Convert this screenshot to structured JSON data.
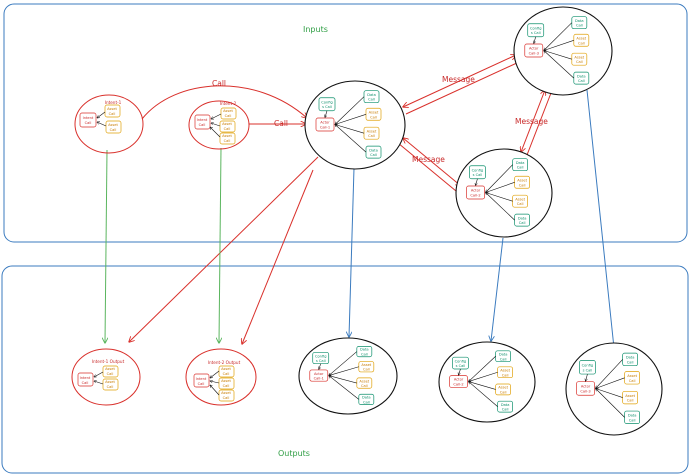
{
  "colors": {
    "region_border": "#3b7bbf",
    "label_green": "#2f9e44",
    "red": "#d9302b",
    "black": "#111111",
    "blue": "#3b7bbf",
    "green_edge": "#5ab55e",
    "teal": "#0c8f6b",
    "amber": "#e0a10a"
  },
  "regions": {
    "inputs_label": "Inputs",
    "outputs_label": "Outputs"
  },
  "edge_labels": {
    "call_1": "Call",
    "call_2": "Call",
    "message_1": "Message",
    "message_2": "Message",
    "message_3": "Message"
  },
  "intents": {
    "intent_1": {
      "title": "Intent-1",
      "core_line1": "Intent",
      "core_line2": "Call",
      "assets": [
        [
          "Asset",
          "Call"
        ],
        [
          "Asset",
          "Call"
        ]
      ]
    },
    "intent_2": {
      "title": "Intent-2",
      "core_line1": "Intent",
      "core_line2": "Call",
      "assets": [
        [
          "Asset",
          "Call"
        ],
        [
          "Asset",
          "Call"
        ],
        [
          "Asset",
          "Call"
        ]
      ]
    },
    "intent_1_output": {
      "title": "Intent-1 Output",
      "core_line1": "Intent",
      "core_line2": "Call",
      "assets": [
        [
          "Asset",
          "Call"
        ],
        [
          "Asset",
          "Call"
        ]
      ]
    },
    "intent_2_output": {
      "title": "Intent-2 Output",
      "core_line1": "Intent",
      "core_line2": "Call",
      "assets": [
        [
          "Asset",
          "Call"
        ],
        [
          "Asset",
          "Call"
        ],
        [
          "Asset",
          "Call"
        ]
      ]
    }
  },
  "actors": {
    "config_line1": "Config",
    "config_line2": "s Call",
    "asset_line1": "Asset",
    "asset_line2": "Call",
    "data_line1": "Data",
    "data_line2": "Call",
    "actor_line1": "Actor",
    "names": {
      "a1_in": "Call-1",
      "a2_in": "Call-2",
      "a3_in": "Call-3",
      "a1_out": "Call-1",
      "a2_out": "Call-2",
      "a3_out": "Call-3"
    }
  }
}
